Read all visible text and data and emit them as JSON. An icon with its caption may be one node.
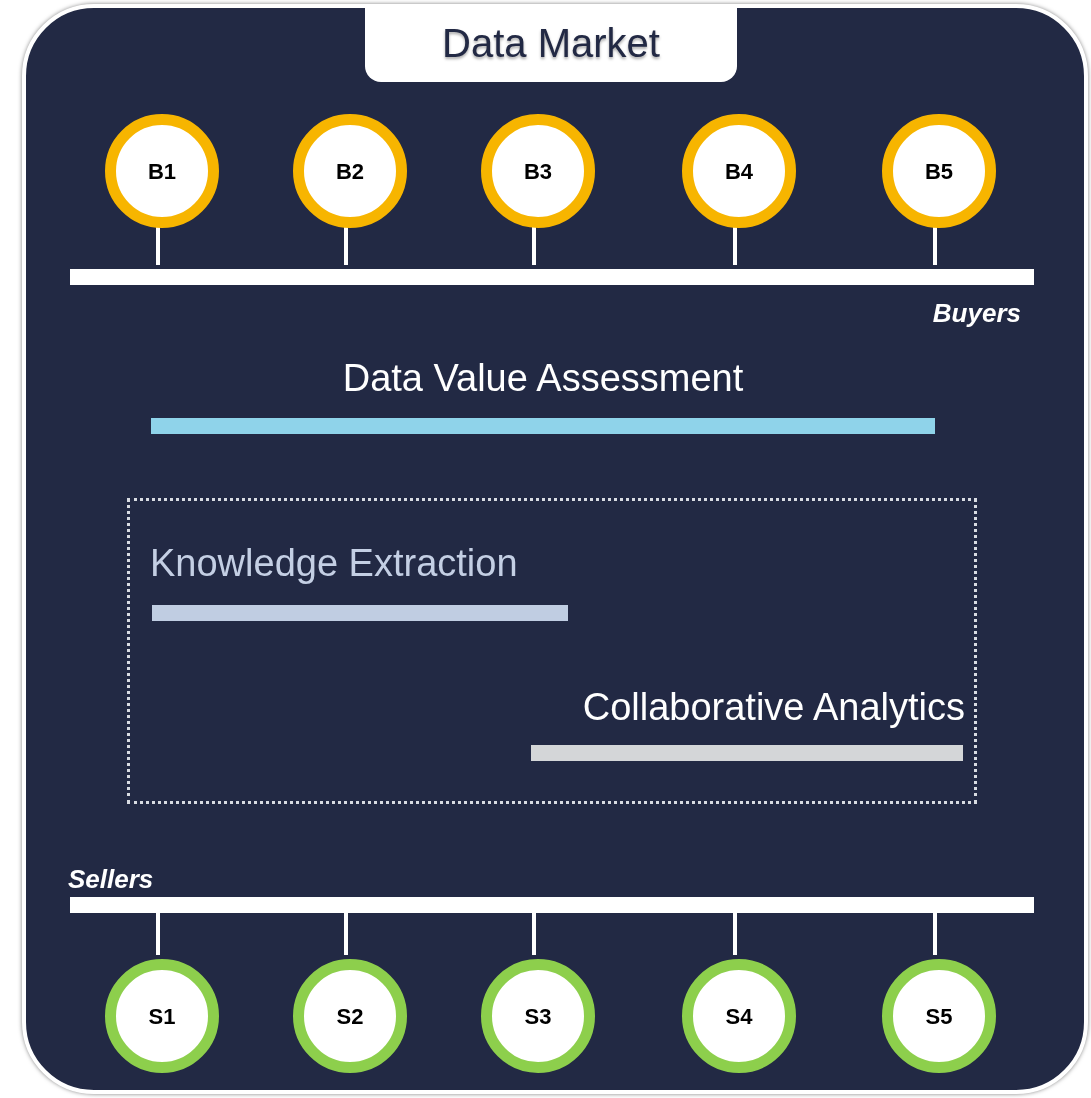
{
  "diagram": {
    "nodes": [
      {
        "text": [
          "Data Market"
        ]
      },
      {
        "text": [
          "B1"
        ],
        "in": 0
      },
      {
        "text": [
          "B2"
        ],
        "in": 0
      },
      {
        "text": [
          "B3"
        ],
        "in": 0
      },
      {
        "text": [
          "B4"
        ],
        "in": 0
      },
      {
        "text": [
          "B5"
        ],
        "in": 0
      },
      {
        "text": [],
        "shape": "bar",
        "beside": [
          "Buyers"
        ],
        "in": 0
      },
      {
        "text": [
          "Data Value Assessment"
        ],
        "in": 0
      },
      {
        "text": [],
        "shape": "box",
        "in": 0
      },
      {
        "text": [
          "Knowledge Extraction"
        ],
        "in": 8
      },
      {
        "text": [
          "Collaborative Analytics"
        ],
        "in": 8
      },
      {
        "text": [],
        "shape": "bar",
        "beside": [
          "Sellers"
        ],
        "in": 0
      },
      {
        "text": [
          "S1"
        ],
        "in": 0
      },
      {
        "text": [
          "S2"
        ],
        "in": 0
      },
      {
        "text": [
          "S3"
        ],
        "in": 0
      },
      {
        "text": [
          "S4"
        ],
        "in": 0
      },
      {
        "text": [
          "S5"
        ],
        "in": 0
      }
    ],
    "edges": [
      {
        "from": 1,
        "to": 6,
        "arrow": "none"
      },
      {
        "from": 2,
        "to": 6,
        "arrow": "none"
      },
      {
        "from": 3,
        "to": 6,
        "arrow": "none"
      },
      {
        "from": 4,
        "to": 6,
        "arrow": "none"
      },
      {
        "from": 5,
        "to": 6,
        "arrow": "none"
      },
      {
        "from": 11,
        "to": 12,
        "arrow": "none"
      },
      {
        "from": 11,
        "to": 13,
        "arrow": "none"
      },
      {
        "from": 11,
        "to": 14,
        "arrow": "none"
      },
      {
        "from": 11,
        "to": 15,
        "arrow": "none"
      },
      {
        "from": 11,
        "to": 16,
        "arrow": "none"
      }
    ]
  }
}
